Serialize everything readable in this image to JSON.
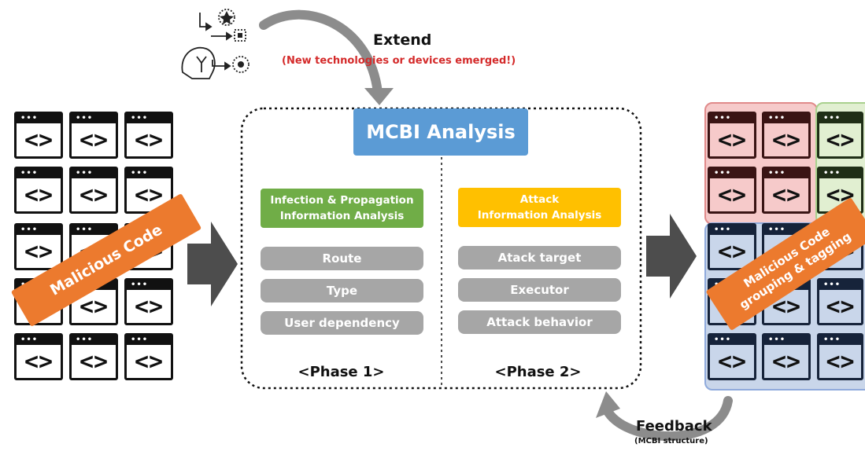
{
  "extend": {
    "label": "Extend",
    "note": "(New technologies or devices emerged!)"
  },
  "feedback": {
    "label": "Feedback",
    "note": "(MCBI structure)"
  },
  "mcbi": {
    "title": "MCBI Analysis"
  },
  "phase1": {
    "header": "Infection & Propagation\nInformation Analysis",
    "items": [
      "Route",
      "Type",
      "User dependency"
    ],
    "label": "<Phase 1>"
  },
  "phase2": {
    "header": "Attack\nInformation Analysis",
    "items": [
      "Atack target",
      "Executor",
      "Attack behavior"
    ],
    "label": "<Phase 2>"
  },
  "left": {
    "banner": "Malicious Code",
    "tile_glyph": "<>",
    "tile_dots": "•••"
  },
  "right": {
    "banner": "Malicious Code\ngrouping & tagging"
  },
  "colors": {
    "mcbi_blue": "#5b9bd5",
    "green": "#70ad47",
    "yellow": "#ffc000",
    "orange": "#ec7a2e",
    "red_group": "#f6caca",
    "green_group": "#e1efd1",
    "blue_group": "#c9d6ea"
  }
}
